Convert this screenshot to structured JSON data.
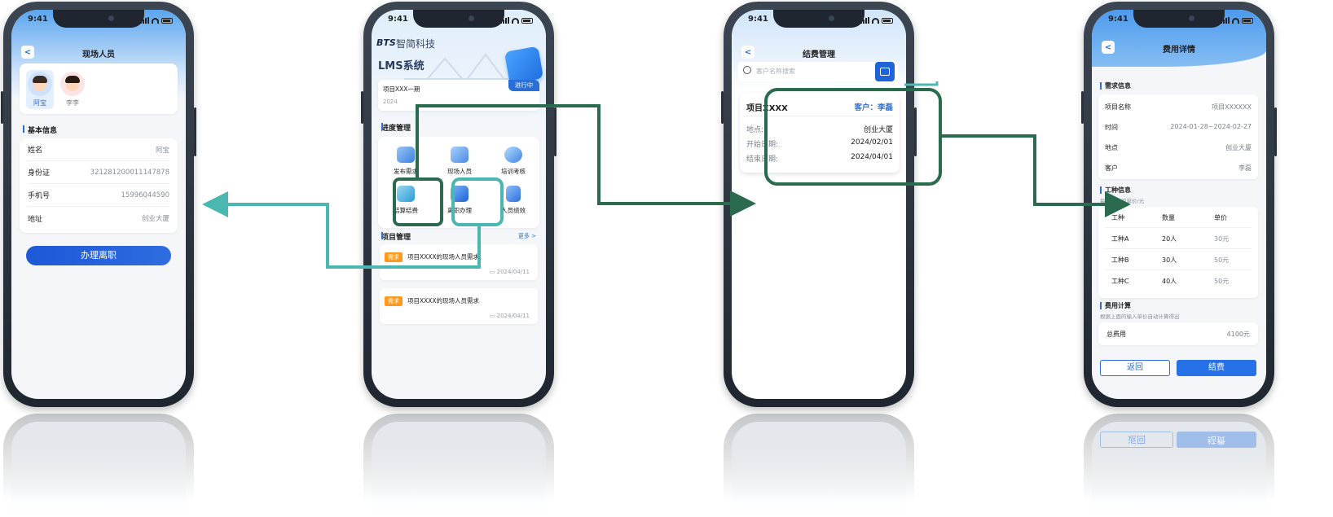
{
  "status": {
    "time": "9:41"
  },
  "screen1": {
    "title": "现场人员",
    "people": [
      {
        "name": "阿宝"
      },
      {
        "name": "李李"
      }
    ],
    "section": "基本信息",
    "rows": [
      {
        "label": "姓名",
        "value": "阿宝"
      },
      {
        "label": "身份证",
        "value": "321281200011147878"
      },
      {
        "label": "手机号",
        "value": "15996044590"
      },
      {
        "label": "地址",
        "value": "创业大厦"
      }
    ],
    "button": "办理离职"
  },
  "screen2": {
    "logo": "BTS",
    "brand": "智简科技",
    "system": "LMS系统",
    "project": {
      "name": "项目XXX一期",
      "status": "进行中",
      "date": "2024"
    },
    "progress_title": "进度管理",
    "grid": [
      {
        "label": "发布需求"
      },
      {
        "label": "现场人员"
      },
      {
        "label": "培训考核"
      },
      {
        "label": "结算结费"
      },
      {
        "label": "离职办理"
      },
      {
        "label": "人员绩效"
      }
    ],
    "project_mgmt": "项目管理",
    "more": "更多 >",
    "demands": [
      {
        "tag": "需求",
        "title": "项目XXXX的现场人员需求",
        "date": "2024/04/11"
      },
      {
        "tag": "需求",
        "title": "项目XXXX的现场人员需求",
        "date": "2024/04/11"
      }
    ]
  },
  "screen3": {
    "title": "结费管理",
    "search_placeholder": "客户名称搜索",
    "card": {
      "project": "项目XXXX",
      "customer": "客户：李磊",
      "rows": [
        {
          "label": "地点:",
          "value": "创业大厦"
        },
        {
          "label": "开始日期:",
          "value": "2024/02/01"
        },
        {
          "label": "结束日期:",
          "value": "2024/04/01"
        }
      ]
    }
  },
  "screen4": {
    "title": "费用详情",
    "demand_section": "需求信息",
    "demand": [
      {
        "label": "项目名称",
        "value": "项目XXXXXX"
      },
      {
        "label": "时间",
        "value": "2024-01-28~2024-02-27"
      },
      {
        "label": "地点",
        "value": "创业大厦"
      },
      {
        "label": "客户",
        "value": "李磊"
      }
    ],
    "work_section": "工种信息",
    "work_sub": "每个工种的单价/元",
    "work_headers": [
      "工种",
      "数量",
      "单价"
    ],
    "work_rows": [
      {
        "type": "工种A",
        "qty": "20人",
        "price": "30元"
      },
      {
        "type": "工种B",
        "qty": "30人",
        "price": "50元"
      },
      {
        "type": "工种C",
        "qty": "40人",
        "price": "50元"
      }
    ],
    "fee_section": "费用计算",
    "fee_sub": "根据上面的输入单价自动计算得出",
    "total_label": "总费用",
    "total_value": "4100元",
    "back_button": "返回",
    "settle_button": "结费"
  },
  "colors": {
    "accent": "#2b6fd6",
    "arrow_dark": "#2a6b50",
    "arrow_teal": "#4ab8b0",
    "tag": "#ff9a1f"
  }
}
